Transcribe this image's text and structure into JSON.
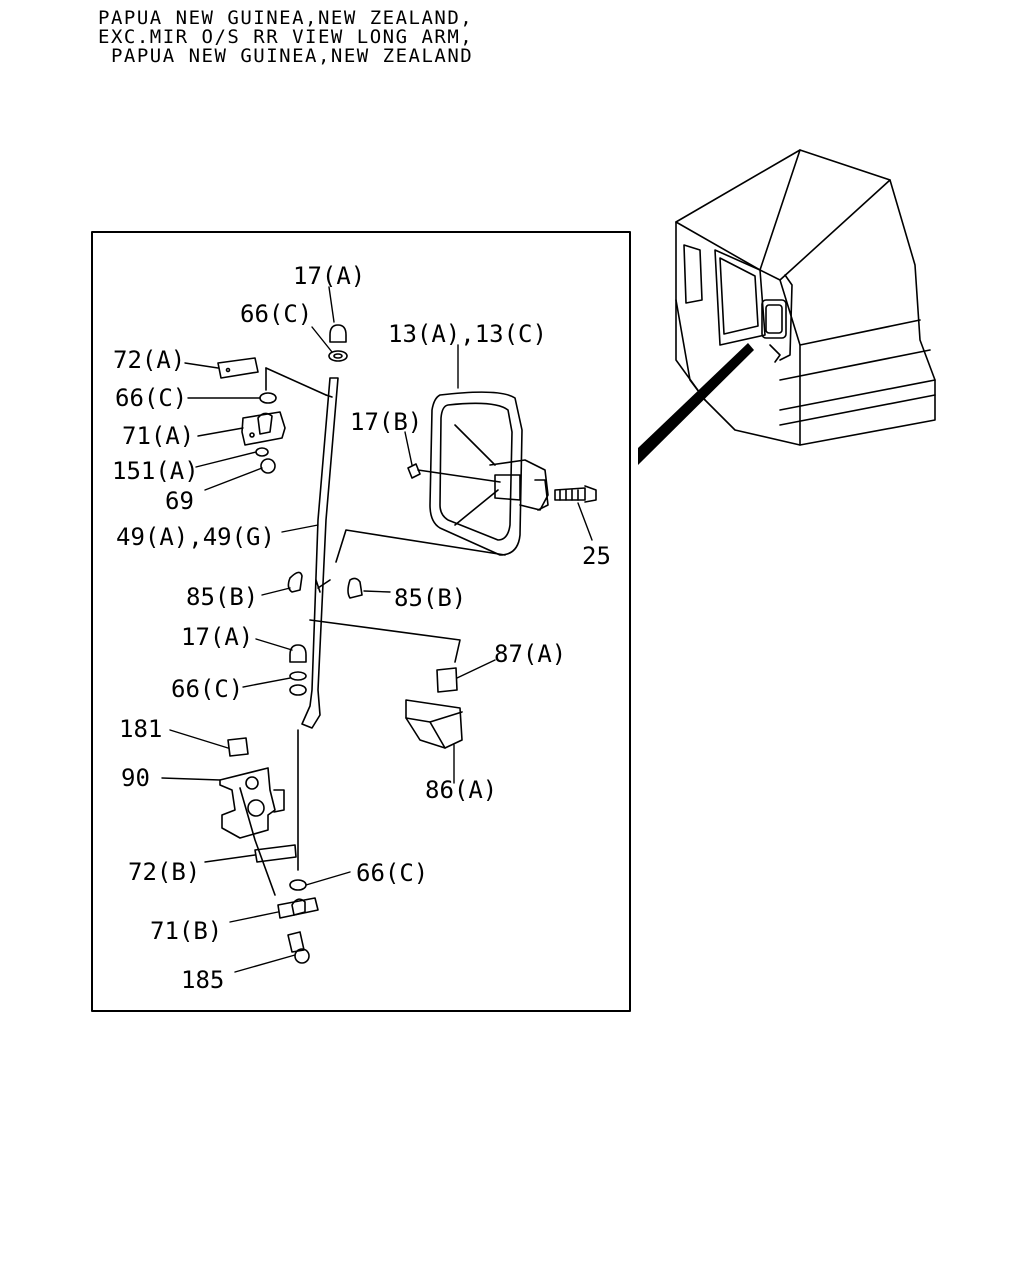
{
  "header": {
    "line1": "PAPUA NEW GUINEA,NEW ZEALAND,",
    "line2": "EXC.MIR O/S RR VIEW LONG ARM,",
    "line3": " PAPUA NEW GUINEA,NEW ZEALAND"
  },
  "callouts": {
    "c17a_top": "17(A)",
    "c66c_top": "66(C)",
    "c13": "13(A),13(C)",
    "c72a": "72(A)",
    "c66c_2": "66(C)",
    "c17b": "17(B)",
    "c71a": "71(A)",
    "c151a": "151(A)",
    "c69": "69",
    "c49": "49(A),49(G)",
    "c25": "25",
    "c85b_l": "85(B)",
    "c85b_r": "85(B)",
    "c17a_mid": "17(A)",
    "c87a": "87(A)",
    "c66c_mid": "66(C)",
    "c181": "181",
    "c90": "90",
    "c86a": "86(A)",
    "c72b": "72(B)",
    "c66c_bot": "66(C)",
    "c71b": "71(B)",
    "c185": "185"
  }
}
